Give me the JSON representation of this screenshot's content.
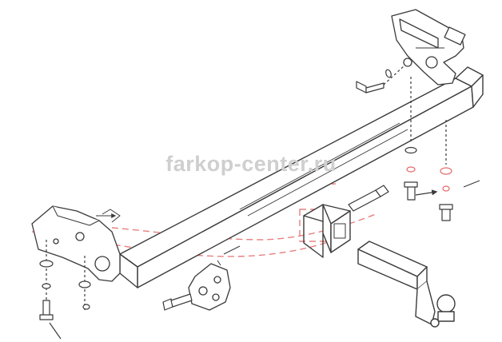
{
  "watermark": {
    "text": "farkop-center.ru"
  },
  "colors": {
    "line": "#3a3a3a",
    "ghost": "#e46a6a",
    "watermark": "#cfcfcf",
    "background": "#ffffff"
  },
  "parts": [
    "right-bracket",
    "main-crossbar",
    "receiver-tube",
    "left-bracket",
    "electrical-socket-plate",
    "removable-ball-mount",
    "bolt-washer-nut-sets"
  ]
}
